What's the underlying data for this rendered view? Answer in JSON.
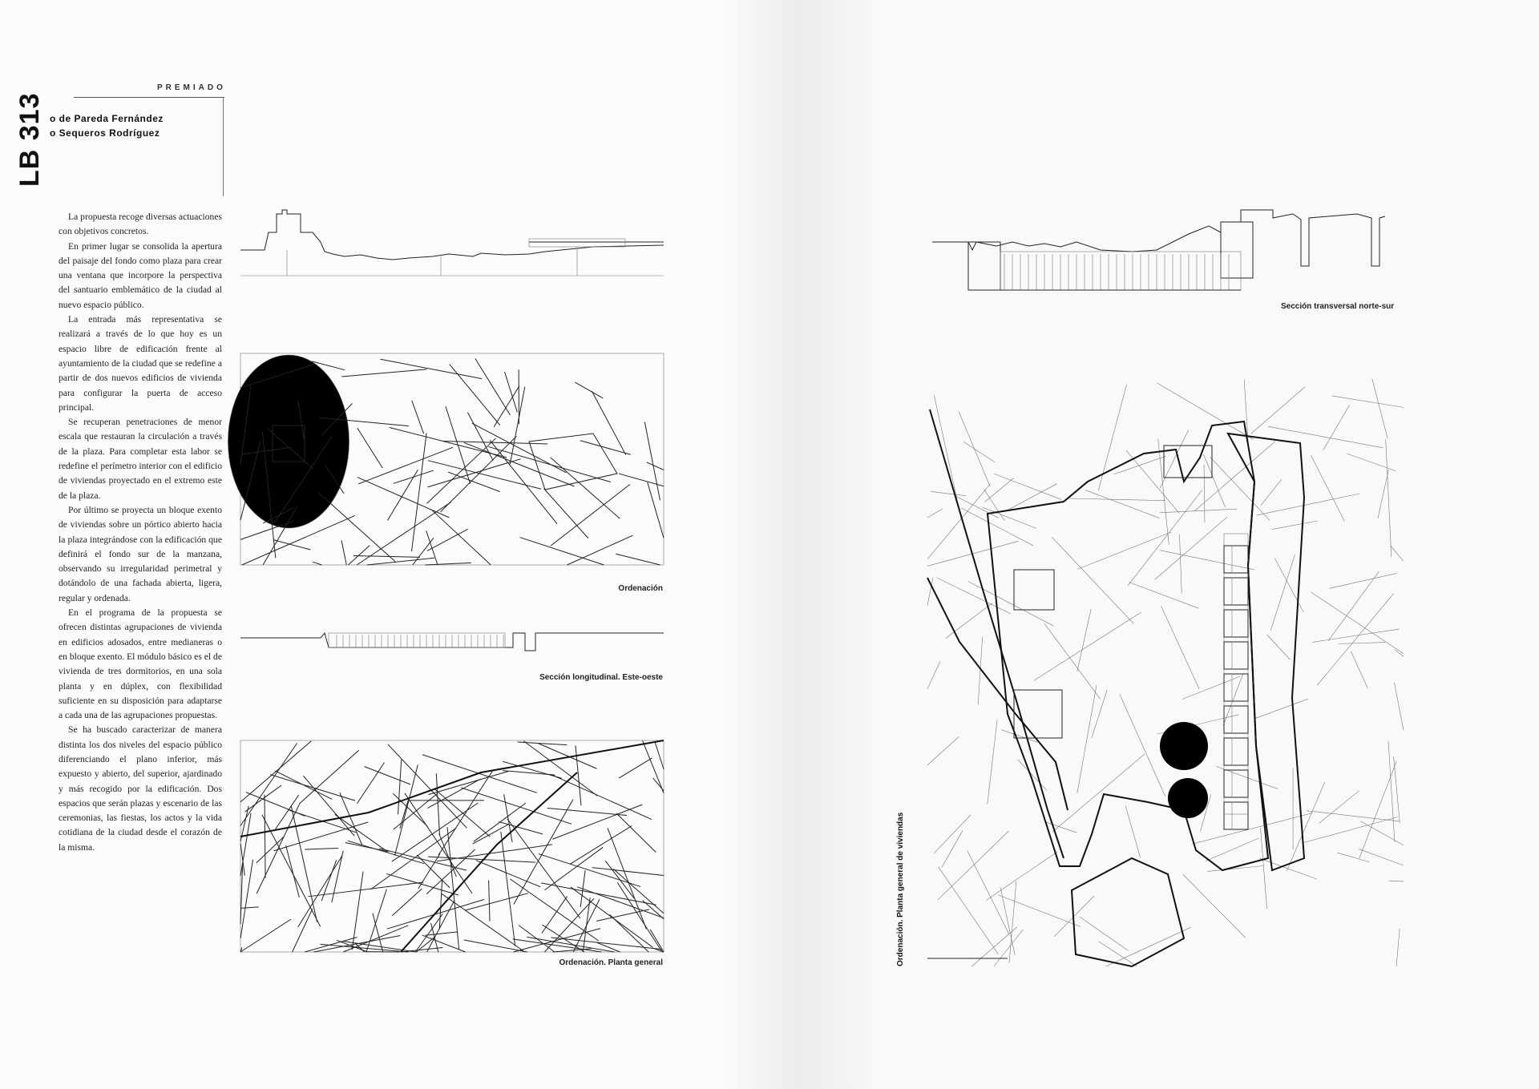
{
  "left_page": {
    "journal_code": "LB 313",
    "section_label": "PREMIADO",
    "authors": [
      "o de Pareda Fernández",
      "o Sequeros Rodríguez"
    ],
    "body_paragraphs": [
      "La propuesta recoge diversas actuaciones con objetivos concretos.",
      "En primer lugar se consolida la apertura del paisaje del fondo como plaza para crear una ventana que incorpore la perspectiva del santuario emblemático de la ciudad al nuevo espacio público.",
      "La entrada más representativa se realizará a través de lo que hoy es un espacio libre de edificación frente al ayuntamiento de la ciudad que se redefine a partir de dos nuevos edificios de vivienda para configurar la puerta de acceso principal.",
      "Se recuperan penetraciones de menor escala que restauran la circulación a través de la plaza. Para completar esta labor se redefine el perímetro interior con el edificio de viviendas proyectado en el extremo este de la plaza.",
      "Por último se proyecta un bloque exento de viviendas sobre un pórtico abierto hacia la plaza integrándose con la edificación que definirá el fondo sur de la manzana, observando su irregularidad perimetral y dotándolo de una fachada abierta, ligera, regular y ordenada.",
      "En el programa de la propuesta se ofrecen distintas agrupaciones de vivienda en edificios adosados, entre medianeras o en bloque exento. El módulo básico es el de vivienda de tres dormitorios, en una sola planta y en dúplex, con flexibilidad suficiente en su disposición para adaptarse a cada una de las agrupaciones propuestas.",
      "Se ha buscado caracterizar de manera distinta los dos niveles del espacio público diferenciando el plano inferior, más expuesto y abierto, del superior, ajardinado y más recogido por la edificación. Dos espacios que serán plazas y escenario de las ceremonias, las fiestas, los actos y la vida cotidiana de la ciudad desde el corazón de la misma."
    ],
    "captions": {
      "ordenacion": "Ordenación",
      "seccion_longitudinal": "Sección longitudinal. Este-oeste",
      "planta_general": "Ordenación. Planta general"
    }
  },
  "right_page": {
    "captions": {
      "seccion_transversal": "Sección transversal norte-sur",
      "planta_viviendas": "Ordenación. Planta general de viviendas"
    }
  }
}
